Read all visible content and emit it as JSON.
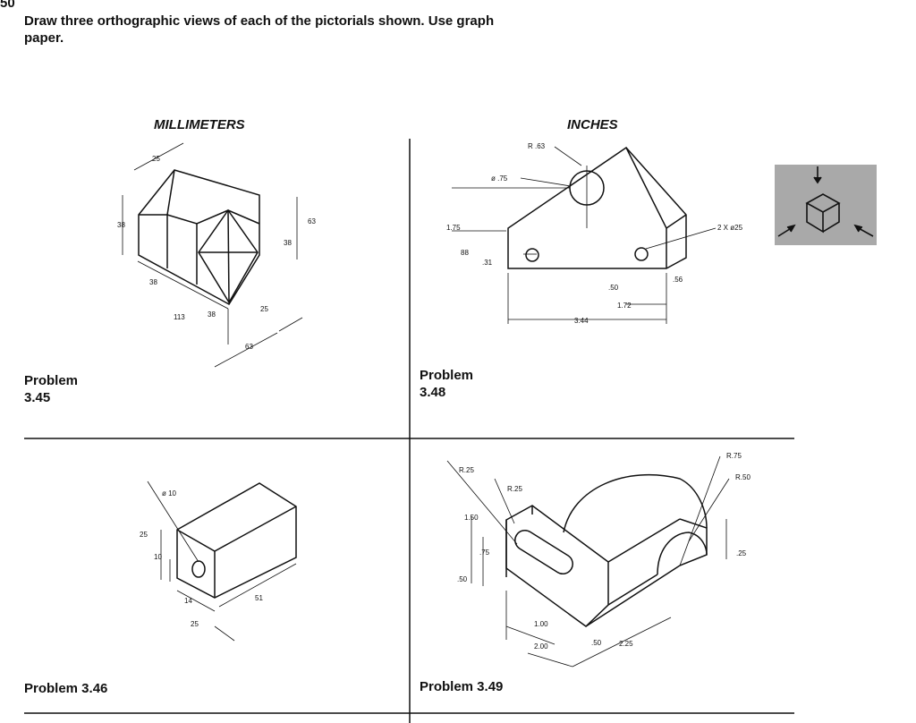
{
  "header": {
    "page_number": "50",
    "instructions": "Draw three orthographic views of each of the pictorials shown. Use graph paper."
  },
  "units": {
    "left": "MILLIMETERS",
    "right": "INCHES"
  },
  "problems": {
    "p345": {
      "label": "Problem\n3.45",
      "dims": [
        "25",
        "38",
        "38",
        "113",
        "38",
        "63",
        "38",
        "25",
        "63"
      ]
    },
    "p348": {
      "label": "Problem\n3.48",
      "dims": [
        "R .63",
        "ø .75",
        "1.75",
        "88",
        ".31",
        ".50",
        "1.72",
        "3.44",
        ".56",
        "2 X ø25"
      ]
    },
    "p346": {
      "label": "Problem 3.46",
      "dims": [
        "ø 10",
        "25",
        "10",
        "14",
        "25",
        "51"
      ]
    },
    "p349": {
      "label": "Problem 3.49",
      "dims": [
        "R.25",
        "R.25",
        "1.50",
        ".75",
        ".50",
        "1.00",
        "2.00",
        ".50",
        "2.25",
        "R.75",
        "R.50",
        ".25"
      ]
    }
  },
  "icon": {
    "name": "isometric-cube-view-icon"
  }
}
